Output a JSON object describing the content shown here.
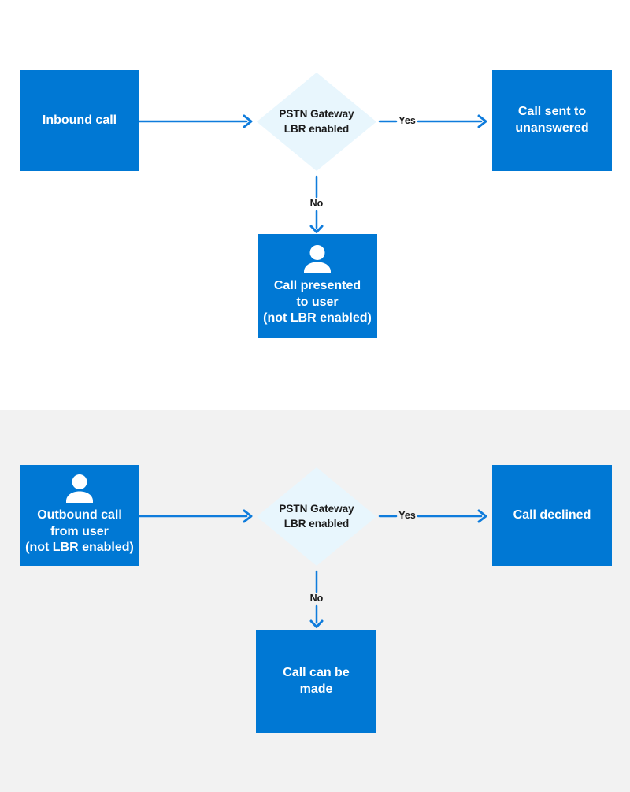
{
  "colors": {
    "node_blue": "#0078d4",
    "diamond_fill": "#e8f6fd",
    "arrow_blue": "#0f7cdc",
    "label_dark": "#1b1b1b",
    "top_section_bg": "#ffffff",
    "bottom_section_bg": "#f2f2f2"
  },
  "inbound_flow": {
    "start": "Inbound call",
    "decision": "PSTN Gateway\nLBR enabled",
    "yes_label": "Yes",
    "no_label": "No",
    "yes_result": "Call sent to\nunanswered",
    "no_result": "Call presented\nto user\n(not LBR enabled)"
  },
  "outbound_flow": {
    "start": "Outbound call\nfrom user\n(not LBR enabled)",
    "decision": "PSTN Gateway\nLBR enabled",
    "yes_label": "Yes",
    "no_label": "No",
    "yes_result": "Call declined",
    "no_result": "Call can be\nmade"
  },
  "icons": {
    "user": "user-icon"
  }
}
